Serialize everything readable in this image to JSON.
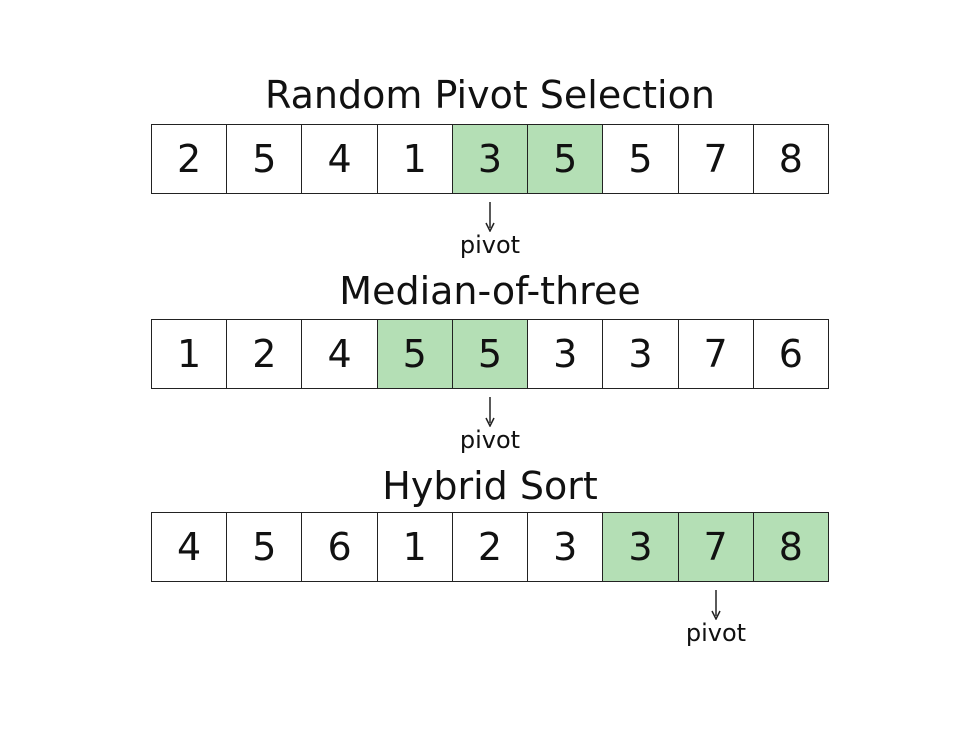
{
  "colors": {
    "highlight": "#b4dfb5",
    "border": "#222222",
    "text": "#111111"
  },
  "sections": [
    {
      "title": "Random Pivot Selection",
      "values": [
        "2",
        "5",
        "4",
        "1",
        "3",
        "5",
        "5",
        "7",
        "8"
      ],
      "highlighted": [
        4,
        5
      ],
      "pivot_index": 4,
      "pivot_label": "pivot"
    },
    {
      "title": "Median-of-three",
      "values": [
        "1",
        "2",
        "4",
        "5",
        "5",
        "3",
        "3",
        "7",
        "6"
      ],
      "highlighted": [
        3,
        4
      ],
      "pivot_index": 4,
      "pivot_label": "pivot"
    },
    {
      "title": "Hybrid Sort",
      "values": [
        "4",
        "5",
        "6",
        "1",
        "2",
        "3",
        "3",
        "7",
        "8"
      ],
      "highlighted": [
        6,
        7,
        8
      ],
      "pivot_index": 7,
      "pivot_label": "pivot"
    }
  ]
}
